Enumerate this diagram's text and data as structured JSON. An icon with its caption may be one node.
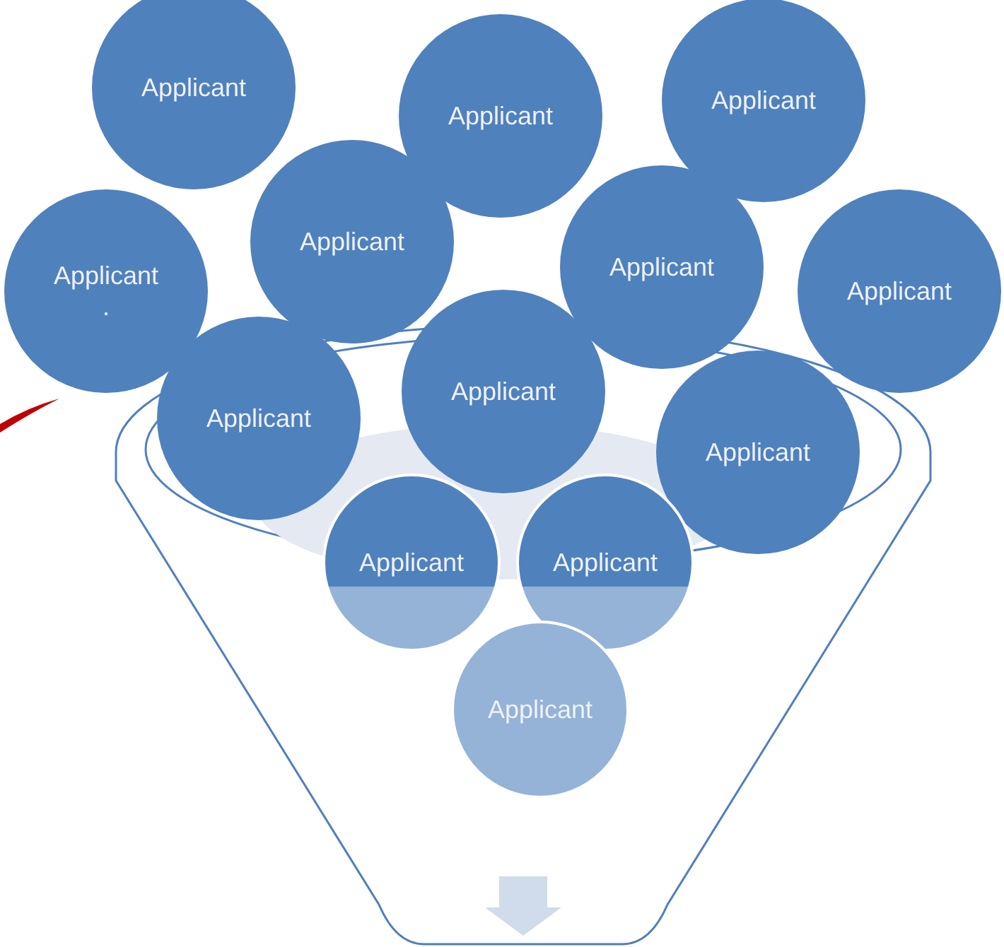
{
  "diagram": {
    "nodes": [
      {
        "text": [
          "Applicant"
        ]
      },
      {
        "text": [
          "Applicant"
        ]
      },
      {
        "text": [
          "Applicant"
        ]
      },
      {
        "text": [
          "Applicant"
        ]
      },
      {
        "text": [
          "Applicant"
        ]
      },
      {
        "text": [
          "Applicant",
          "."
        ]
      },
      {
        "text": [
          "Applicant"
        ]
      },
      {
        "text": [
          "Applicant"
        ]
      },
      {
        "text": [
          "Applicant"
        ]
      },
      {
        "text": [
          "Applicant"
        ]
      },
      {
        "text": [
          "Applicant"
        ]
      },
      {
        "text": [
          "Applicant"
        ]
      },
      {
        "text": [
          "Applicant"
        ]
      }
    ]
  }
}
